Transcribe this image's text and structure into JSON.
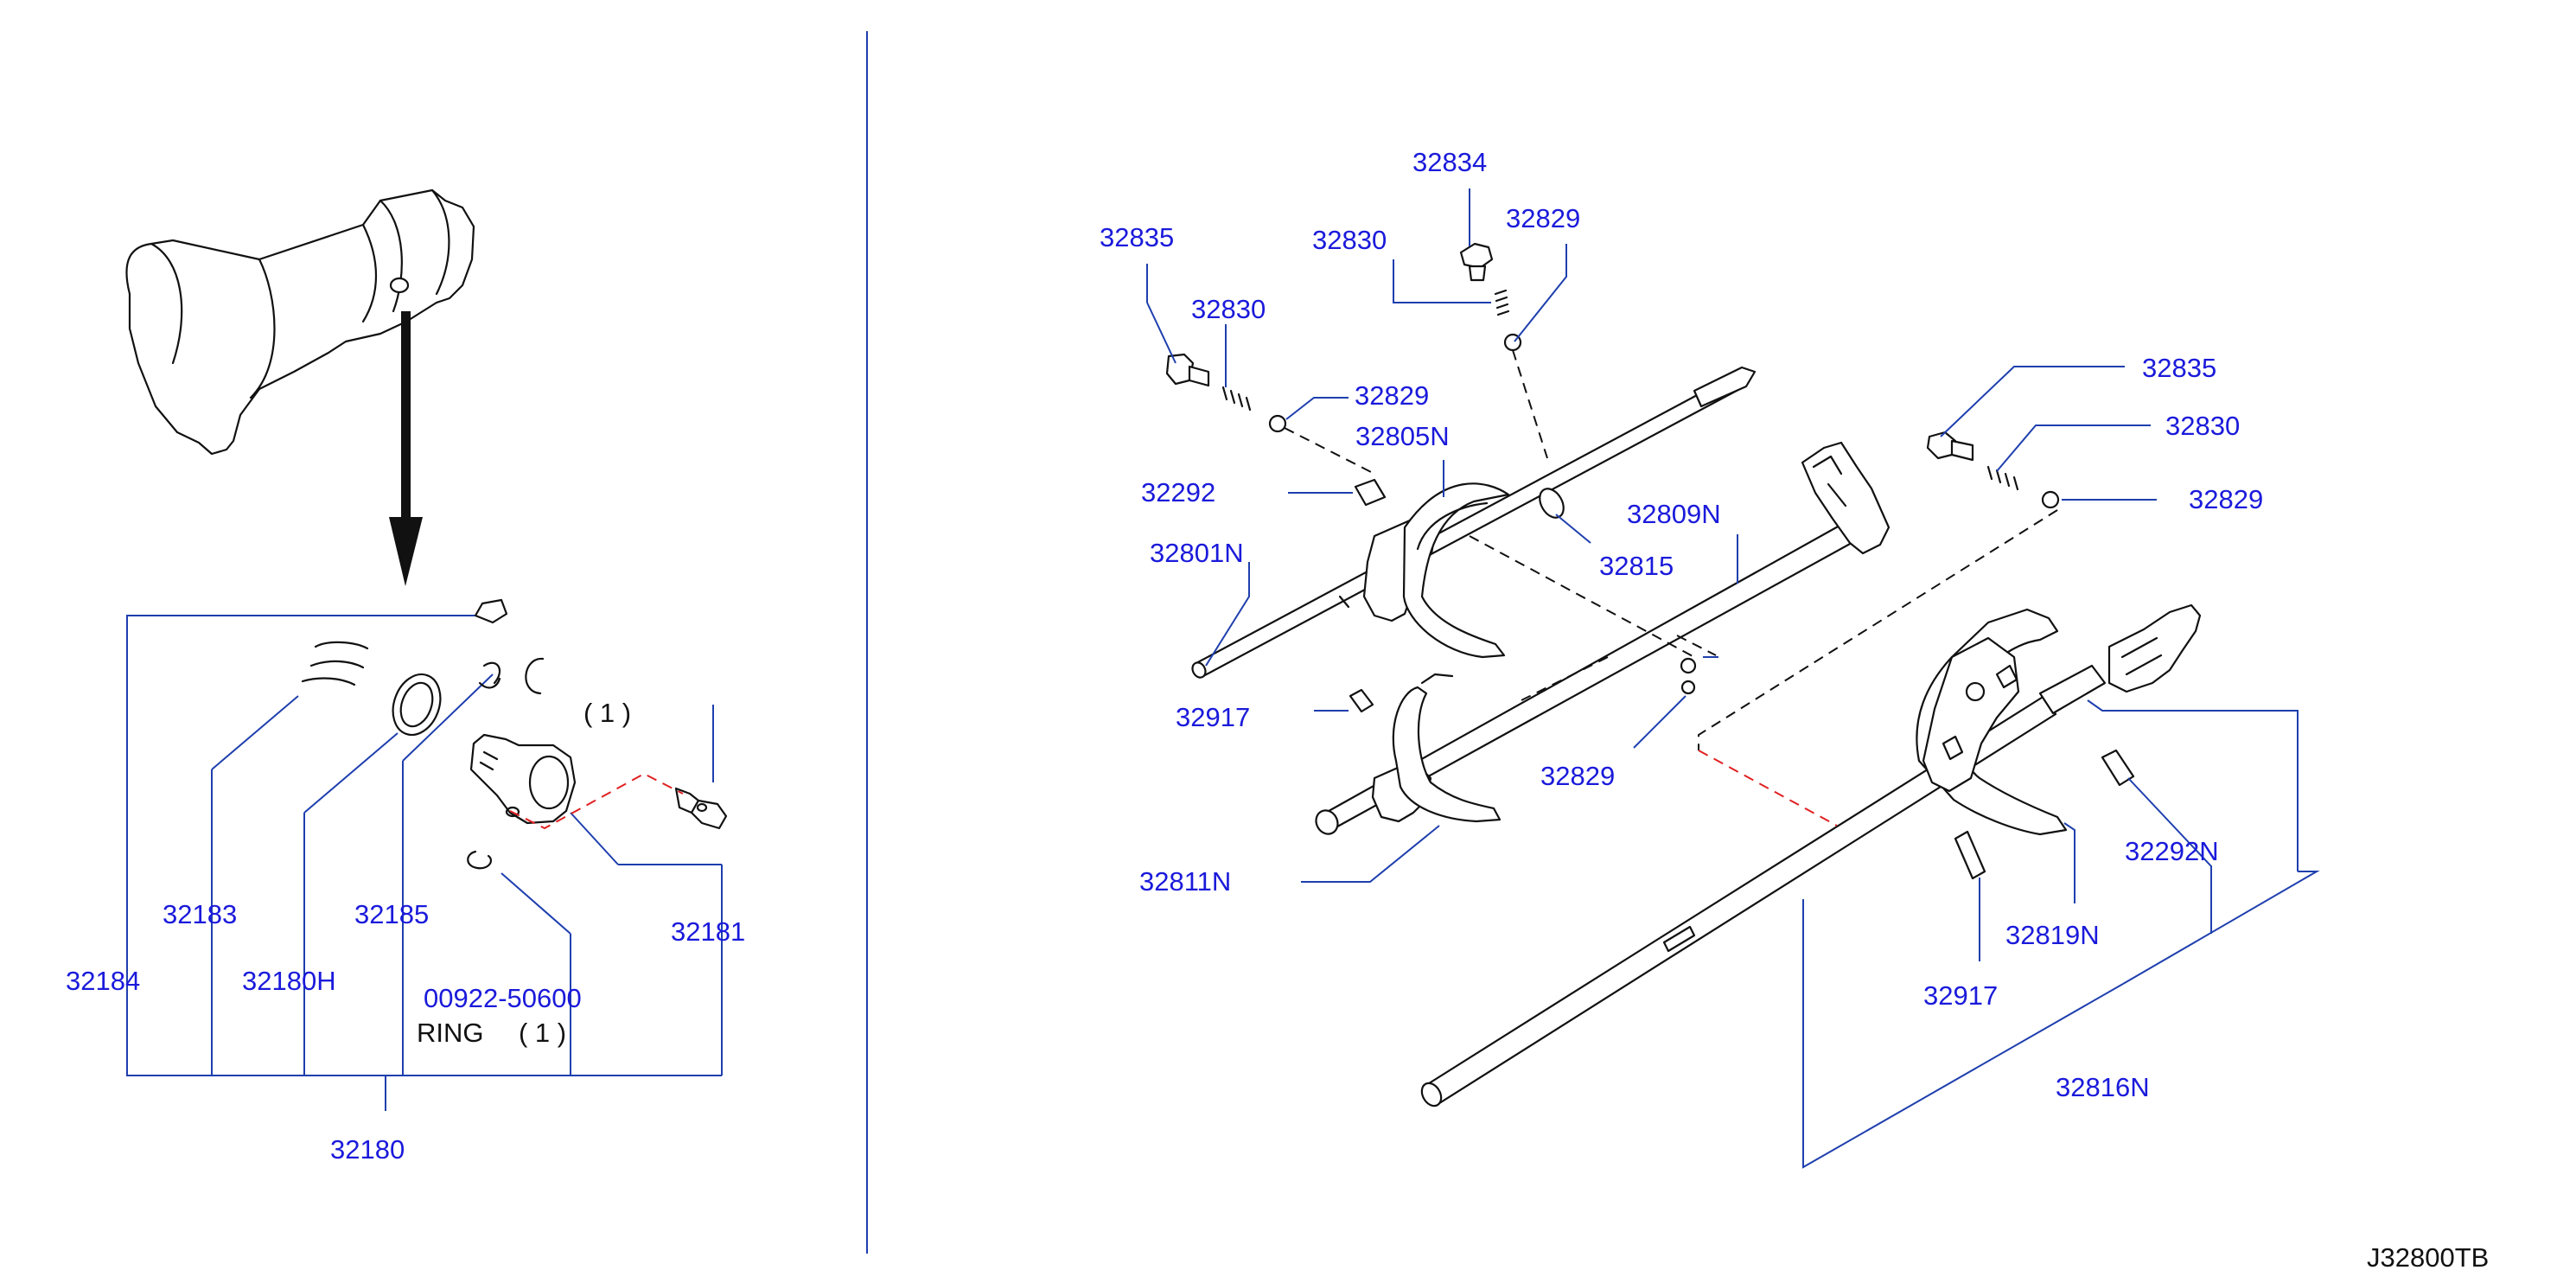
{
  "diagram_code": "J32800TB",
  "colors": {
    "label": "#1a1adb",
    "leader": "#1e3fae",
    "part": "#111111",
    "alignment": "#e02020"
  },
  "labels": {
    "p32835_a": "32835",
    "p32830_a": "32830",
    "p32834": "32834",
    "p32830_b": "32830",
    "p32829_a": "32829",
    "p32829_b": "32829",
    "p32805n": "32805N",
    "p32292": "32292",
    "p32801n": "32801N",
    "p32809n": "32809N",
    "p32815": "32815",
    "p32835_b": "32835",
    "p32830_c": "32830",
    "p32829_c": "32829",
    "p32829_d": "32829",
    "p32917_a": "32917",
    "p32811n": "32811N",
    "p32292n": "32292N",
    "p32819n": "32819N",
    "p32917_b": "32917",
    "p32816n": "32816N",
    "p32183": "32183",
    "p32185": "32185",
    "p32184": "32184",
    "p32180h": "32180H",
    "p32181": "32181",
    "p00922": "00922-50600",
    "ring_text": "RING",
    "ring_qty": "( 1 )",
    "bolt_qty": "( 1 )",
    "p32180": "32180"
  }
}
